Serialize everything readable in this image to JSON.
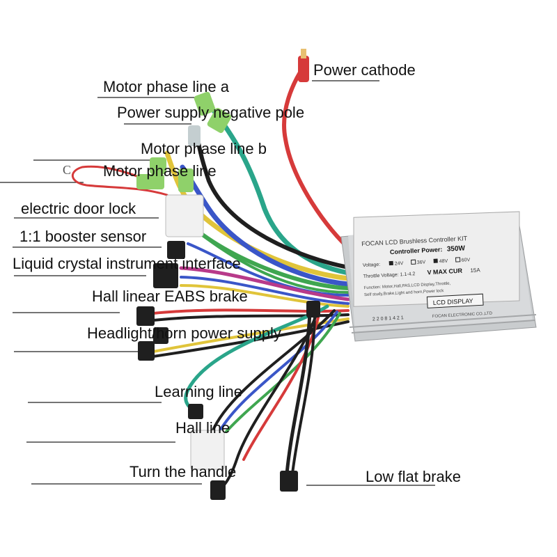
{
  "labels": {
    "power_cathode": "Power cathode",
    "motor_phase_a": "Motor phase line a",
    "power_negative": "Power supply negative pole",
    "motor_phase_b": "Motor phase line b",
    "motor_phase": "Motor phase line",
    "electric_door_lock": "electric door lock",
    "booster_sensor": "1:1 booster sensor",
    "lcd_interface": "Liquid crystal instrument interface",
    "hall_linear_eabs": "Hall linear EABS brake",
    "headlight_horn": "Headlight/horn power supply",
    "learning_line": "Learning line",
    "hall_line": "Hall line",
    "turn_handle": "Turn the handle",
    "low_flat_brake": "Low flat brake",
    "stray_letter": "C"
  },
  "controller": {
    "title": "FOCAN LCD Brushless Controller KIT",
    "power_label": "Controller Power:",
    "power_value": "350W",
    "voltage_label": "Voltage:",
    "voltage_options": [
      "24V",
      "36V",
      "48V",
      "60V"
    ],
    "throttle_text": "Throttle Voltage: 1.1-4.2",
    "max_cur_label": "V MAX CUR",
    "max_cur_value": "15A",
    "function_text": "Function: Motor,Hall,PAS,LCD Display,Throttle,",
    "function_text2": "Self study,Brake,Light and horn,Power lock",
    "display_label": "LCD DISPLAY",
    "serial": "2 2 0 8 1 4 2 1",
    "maker": "FOCAN ELECTRONIC CO.,LTD"
  },
  "colors": {
    "wire_red": "#d63a3a",
    "wire_teal": "#2aa58a",
    "wire_yellow": "#e0c43a",
    "wire_blue": "#3a56c8",
    "wire_black": "#1f1f1f",
    "wire_green": "#3fa650",
    "connector_green": "#8fd16a",
    "case_silver": "#d8dadc"
  }
}
